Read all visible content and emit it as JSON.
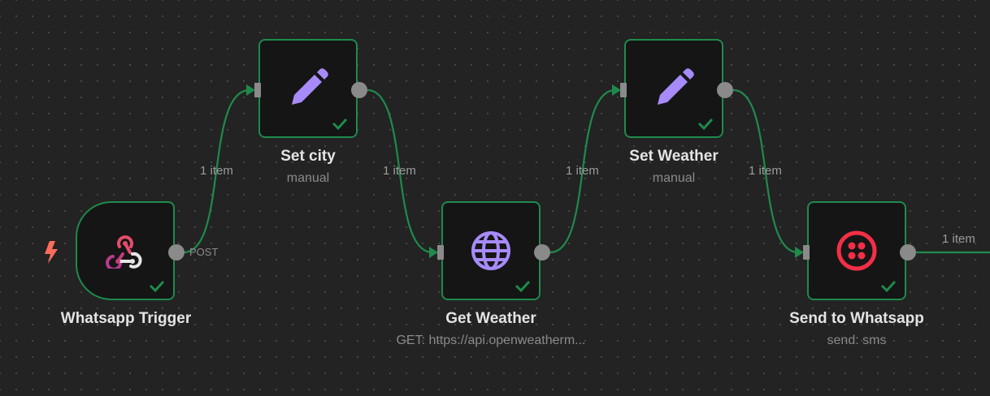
{
  "colors": {
    "canvas": "#232323",
    "node_bg": "#151515",
    "node_border": "#1f8a4c",
    "edge": "#1f8a4c",
    "handle": "#8a8a8a",
    "set_icon": "#a78bfa",
    "globe_icon": "#a78bfa",
    "twilio": "#f22f46",
    "trigger_bolt": "#ff6d5a"
  },
  "nodes": [
    {
      "id": "whatsapp-trigger",
      "title": "Whatsapp Trigger",
      "subtitle": "",
      "icon": "webhook-icon",
      "handle_label": "POST",
      "status": "success"
    },
    {
      "id": "set-city",
      "title": "Set city",
      "subtitle": "manual",
      "icon": "pencil-icon",
      "status": "success"
    },
    {
      "id": "get-weather",
      "title": "Get Weather",
      "subtitle": "GET: https://api.openweatherm...",
      "icon": "globe-icon",
      "status": "success"
    },
    {
      "id": "set-weather",
      "title": "Set Weather",
      "subtitle": "manual",
      "icon": "pencil-icon",
      "status": "success"
    },
    {
      "id": "send-to-whatsapp",
      "title": "Send to Whatsapp",
      "subtitle": "send: sms",
      "icon": "twilio-icon",
      "status": "success"
    }
  ],
  "edges": [
    {
      "from": "whatsapp-trigger",
      "to": "set-city",
      "label": "1 item"
    },
    {
      "from": "set-city",
      "to": "get-weather",
      "label": "1 item"
    },
    {
      "from": "get-weather",
      "to": "set-weather",
      "label": "1 item"
    },
    {
      "from": "set-weather",
      "to": "send-to-whatsapp",
      "label": "1 item"
    },
    {
      "from": "send-to-whatsapp",
      "to": "",
      "label": "1 item"
    }
  ]
}
